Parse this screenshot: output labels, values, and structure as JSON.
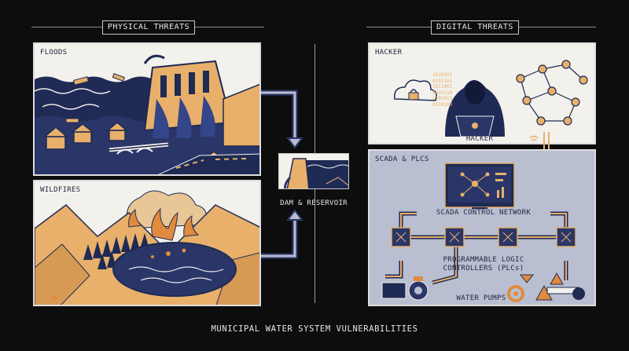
{
  "headers": {
    "physical": "PHYSICAL THREATS",
    "digital": "DIGITAL THREATS"
  },
  "panels": {
    "floods": "FLOODS",
    "wildfires": "WILDFIRES",
    "hacker_title": "HACKER",
    "hacker_caption": "HACKER",
    "scada_title": "SCADA & PLCS",
    "dam_caption": "DAM & RESERVOIR"
  },
  "scada": {
    "network_label": "SCADA CONTROL NETWORK",
    "plc_label_line1": "PROGRAMMABLE LOGIC",
    "plc_label_line2": "CONTROLLERS (PLCs)",
    "pumps_label": "WATER PUMPS"
  },
  "binary_lines": [
    "1010101",
    "0101101",
    "1011001",
    "0010110",
    "1101011",
    "0110100"
  ],
  "footer": "MUNICIPAL WATER SYSTEM VULNERABILITIES",
  "colors": {
    "navy": "#1f2a55",
    "orange": "#e8b06a",
    "cream": "#f3f1ec",
    "scada_bg": "#b9bfd0",
    "background": "#0d0d0d"
  }
}
